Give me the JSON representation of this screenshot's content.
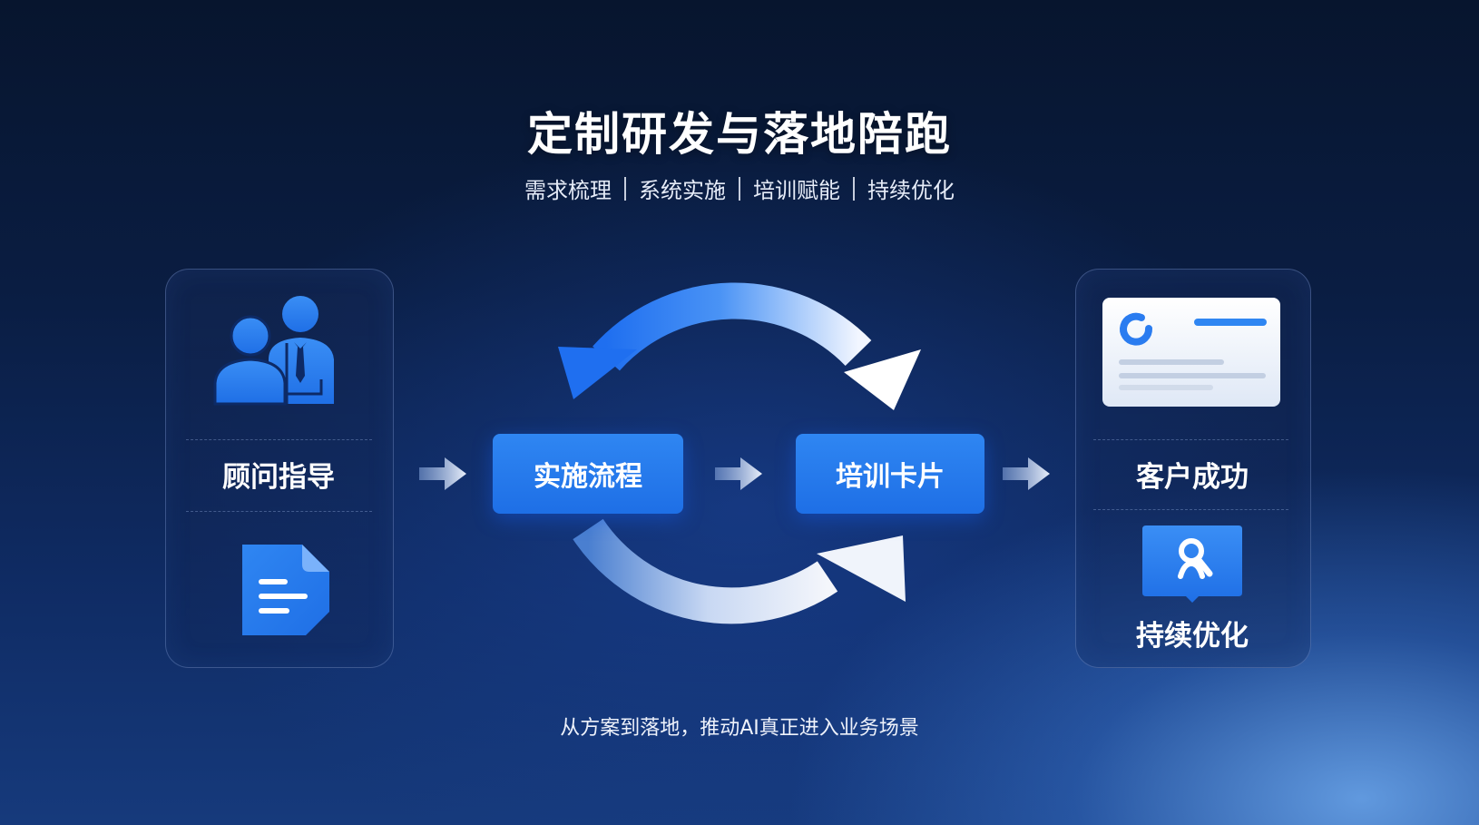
{
  "title": "定制研发与落地陪跑",
  "subtitle": {
    "items": [
      "需求梳理",
      "系统实施",
      "培训赋能",
      "持续优化"
    ]
  },
  "left_panel": {
    "label": "顾问指导",
    "icons": [
      "consultant-people-icon",
      "document-icon"
    ]
  },
  "flow": {
    "step1": "实施流程",
    "step2": "培训卡片"
  },
  "right_panel": {
    "label_top": "客户成功",
    "label_bottom": "持续优化",
    "icons": [
      "progress-card-icon",
      "search-chat-icon"
    ]
  },
  "footer": "从方案到落地，推动AI真正进入业务场景",
  "colors": {
    "accent": "#1f73ea",
    "accent_light": "#3a8ef5",
    "background_dark": "#07152e",
    "background_glow": "#6eaaf0"
  }
}
